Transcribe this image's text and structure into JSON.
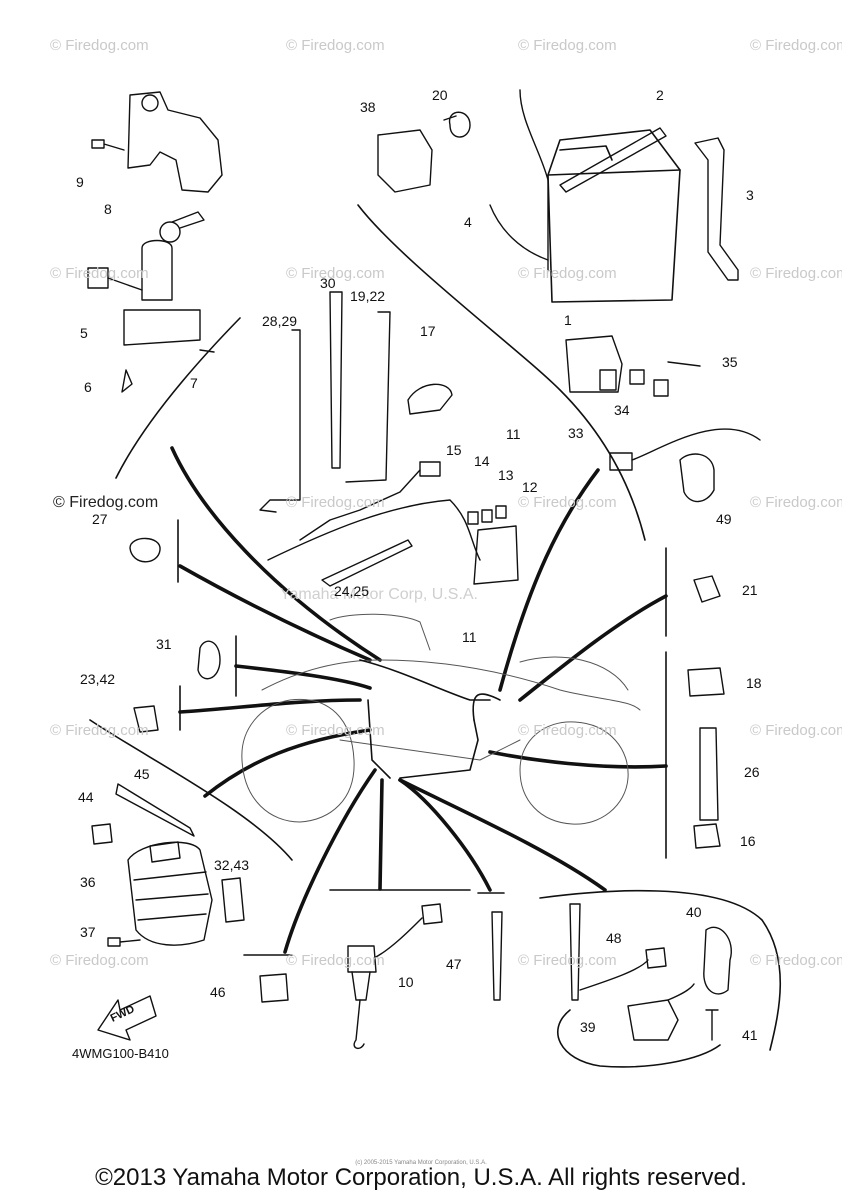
{
  "watermark": "© Firedog.com",
  "watermark_center": "Yamaha Motor Corp, U.S.A.",
  "firedog_label": "© Firedog.com",
  "diagram_code": "4WMG100-B410",
  "fwd_label": "FWD",
  "copyright": "©2013 Yamaha Motor Corporation, U.S.A. All rights reserved.",
  "copyright_small": "(c) 2005-2015 Yamaha Motor Corporation, U.S.A.",
  "part_numbers": {
    "p1": "1",
    "p2": "2",
    "p3": "3",
    "p4": "4",
    "p5": "5",
    "p6": "6",
    "p7": "7",
    "p8": "8",
    "p9": "9",
    "p10": "10",
    "p11a": "11",
    "p11b": "11",
    "p12": "12",
    "p13": "13",
    "p14": "14",
    "p15": "15",
    "p16": "16",
    "p17": "17",
    "p18": "18",
    "p19_22": "19,22",
    "p20": "20",
    "p21": "21",
    "p23_42": "23,42",
    "p24_25": "24,25",
    "p26": "26",
    "p27": "27",
    "p28_29": "28,29",
    "p30": "30",
    "p31": "31",
    "p32_43": "32,43",
    "p33": "33",
    "p34": "34",
    "p35": "35",
    "p36": "36",
    "p37": "37",
    "p38": "38",
    "p39": "39",
    "p40": "40",
    "p41": "41",
    "p44": "44",
    "p45": "45",
    "p46": "46",
    "p47": "47",
    "p48": "48",
    "p49": "49"
  }
}
